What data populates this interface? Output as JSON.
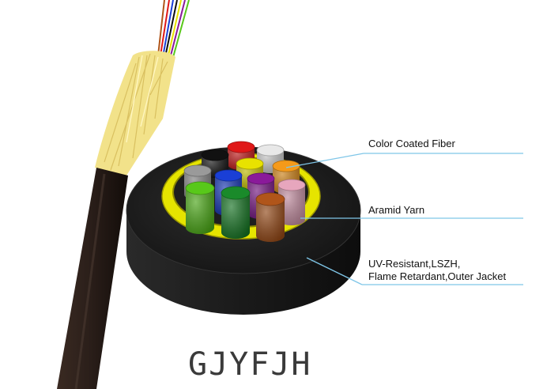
{
  "callouts": [
    {
      "id": "fiber",
      "lines": [
        "Color Coated Fiber"
      ]
    },
    {
      "id": "aramid",
      "lines": [
        "Aramid Yarn"
      ]
    },
    {
      "id": "jacket",
      "lines": [
        "UV-Resistant,LSZH,",
        "Flame Retardant,Outer Jacket"
      ]
    }
  ],
  "model_name": "GJYFJH",
  "colors": {
    "jacket": "#1c1c1c",
    "aramid_ring": "#e6e400",
    "cable_jacket": "#2b1f1a",
    "yarn": "#f2e28a",
    "leader_line": "#7fc6e8"
  },
  "fibers": [
    {
      "name": "red",
      "color": "#e01818"
    },
    {
      "name": "white",
      "color": "#e8e8e8"
    },
    {
      "name": "black",
      "color": "#111111"
    },
    {
      "name": "yellow",
      "color": "#e8e200"
    },
    {
      "name": "orange",
      "color": "#f59a1a"
    },
    {
      "name": "gray",
      "color": "#9a9a9a"
    },
    {
      "name": "blue",
      "color": "#1a3fd6"
    },
    {
      "name": "violet",
      "color": "#8a1a9a"
    },
    {
      "name": "pink",
      "color": "#e7a6bd"
    },
    {
      "name": "light-green",
      "color": "#58c81a"
    },
    {
      "name": "green",
      "color": "#1a8a2a"
    },
    {
      "name": "brown",
      "color": "#b0551a"
    }
  ]
}
